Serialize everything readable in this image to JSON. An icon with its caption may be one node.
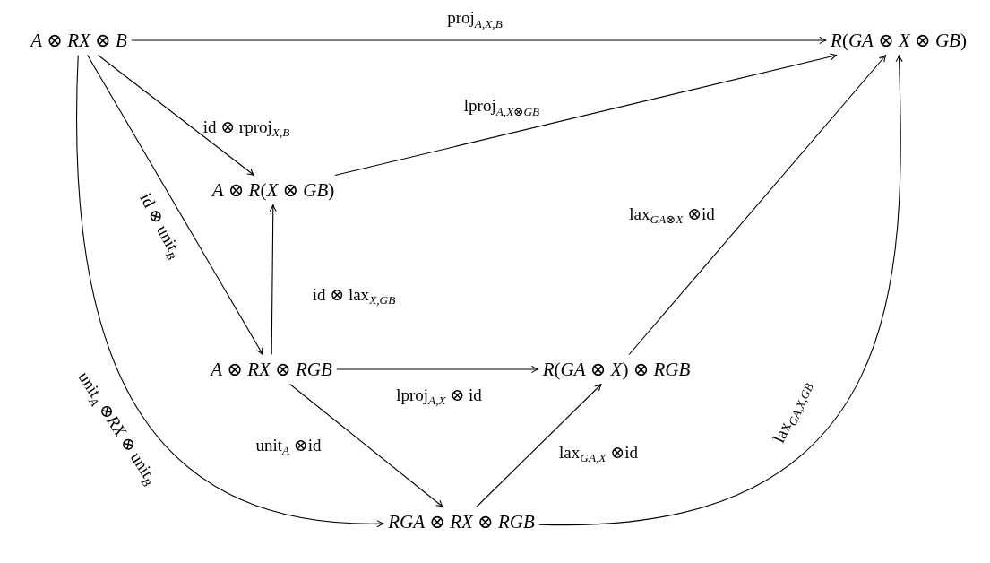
{
  "diagram": {
    "nodes": [
      {
        "text": [
          "*A* ⊗ *RX* ⊗ *B*"
        ]
      },
      {
        "text": [
          "*R*(*GA* ⊗ *X* ⊗ *GB*)"
        ]
      },
      {
        "text": [
          "*A* ⊗ *R*(*X* ⊗ *GB*)"
        ]
      },
      {
        "text": [
          "*A* ⊗ *RX* ⊗ *RGB*"
        ]
      },
      {
        "text": [
          "*R*(*GA* ⊗ *X*) ⊗ *RGB*"
        ]
      },
      {
        "text": [
          "*RGA* ⊗ *RX* ⊗ *RGB*"
        ]
      }
    ],
    "edges": [
      {
        "from": 0,
        "to": 1,
        "arrow": "to",
        "label": "proj$_{A,X,B}$"
      },
      {
        "from": 0,
        "to": 2,
        "arrow": "to",
        "label": "id ⊗ rproj$_{X,B}$"
      },
      {
        "from": 2,
        "to": 1,
        "arrow": "to",
        "label": "lproj$_{A,X⊗GB}$"
      },
      {
        "from": 0,
        "to": 3,
        "arrow": "to",
        "label": "id ⊗ unit$_{B}$"
      },
      {
        "from": 3,
        "to": 2,
        "arrow": "to",
        "label": "id ⊗ lax$_{X,GB}$"
      },
      {
        "from": 3,
        "to": 4,
        "arrow": "to",
        "label": "lproj$_{A,X}$ ⊗ id"
      },
      {
        "from": 3,
        "to": 5,
        "arrow": "to",
        "label": "unit$_{A}$ ⊗id"
      },
      {
        "from": 5,
        "to": 4,
        "arrow": "to",
        "label": "lax$_{GA,X}$ ⊗id"
      },
      {
        "from": 4,
        "to": 1,
        "arrow": "to",
        "label": "lax$_{GA⊗X}$ ⊗id"
      },
      {
        "from": 0,
        "to": 5,
        "arrow": "to",
        "label": "unit$_{A}$ ⊗*RX* ⊗ unit$_{B}$"
      },
      {
        "from": 5,
        "to": 1,
        "arrow": "to",
        "label": "lax$_{GA,X,GB}$"
      }
    ]
  }
}
